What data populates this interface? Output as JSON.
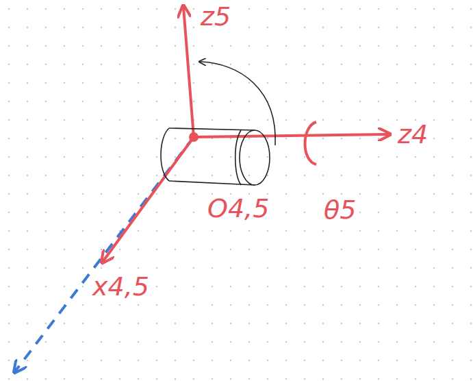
{
  "diagram": {
    "labels": [
      "z5",
      "z4",
      "O4,5",
      "θ5",
      "x4,5"
    ]
  }
}
